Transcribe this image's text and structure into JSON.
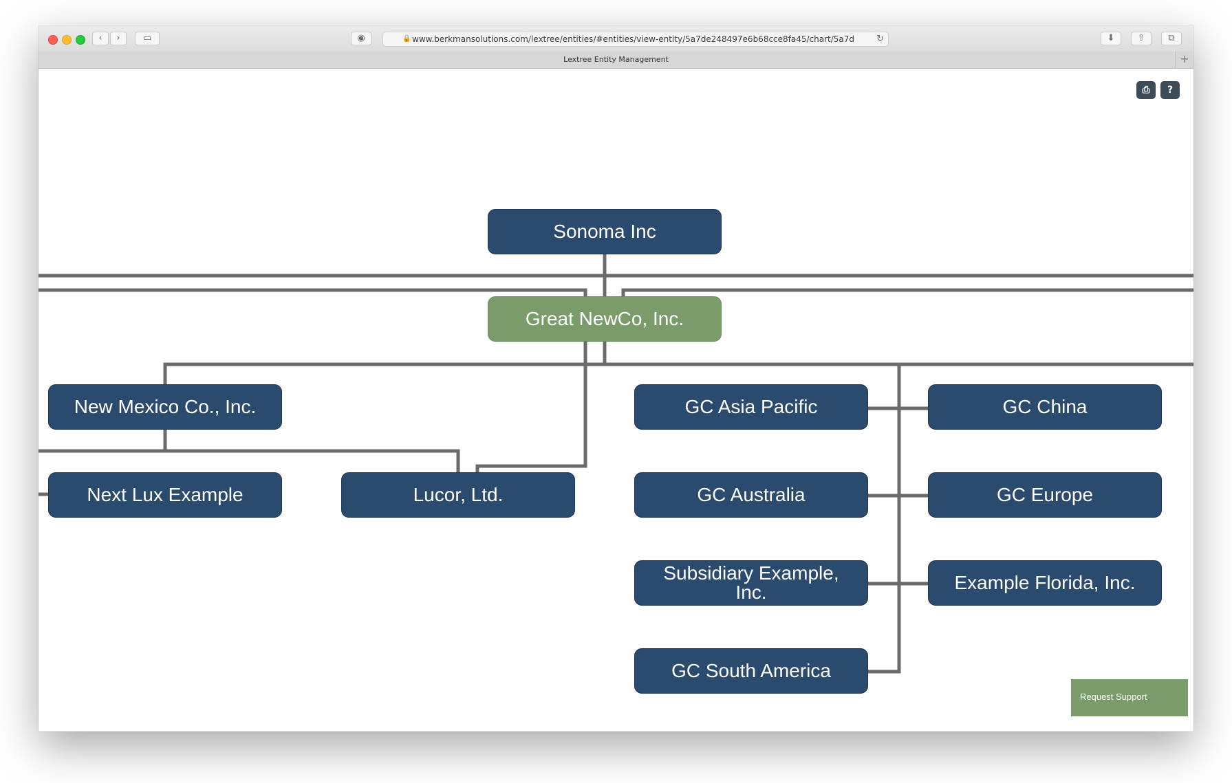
{
  "browser": {
    "url": "www.berkmansolutions.com/lextree/entities/#entities/view-entity/5a7de248497e6b68cce8fa45/chart/5a7d",
    "tab_title": "Lextree Entity Management"
  },
  "toolbar": {
    "print_icon": "print-icon",
    "help_label": "?"
  },
  "chart": {
    "root": "Sonoma Inc",
    "selected": "Great NewCo, Inc.",
    "nodes": {
      "new_mexico": "New Mexico Co., Inc.",
      "next_lux": "Next Lux Example",
      "lucor": "Lucor, Ltd.",
      "gc_asia_pacific": "GC Asia Pacific",
      "gc_china": "GC China",
      "gc_australia": "GC Australia",
      "gc_europe": "GC Europe",
      "subsidiary_example": "Subsidiary Example, Inc.",
      "example_florida": "Example Florida, Inc.",
      "gc_south_america": "GC South America"
    }
  },
  "support_button": "Request Support",
  "colors": {
    "node_blue": "#2a4a6e",
    "node_green": "#7a9c6a",
    "connector": "#6b6b6b"
  }
}
